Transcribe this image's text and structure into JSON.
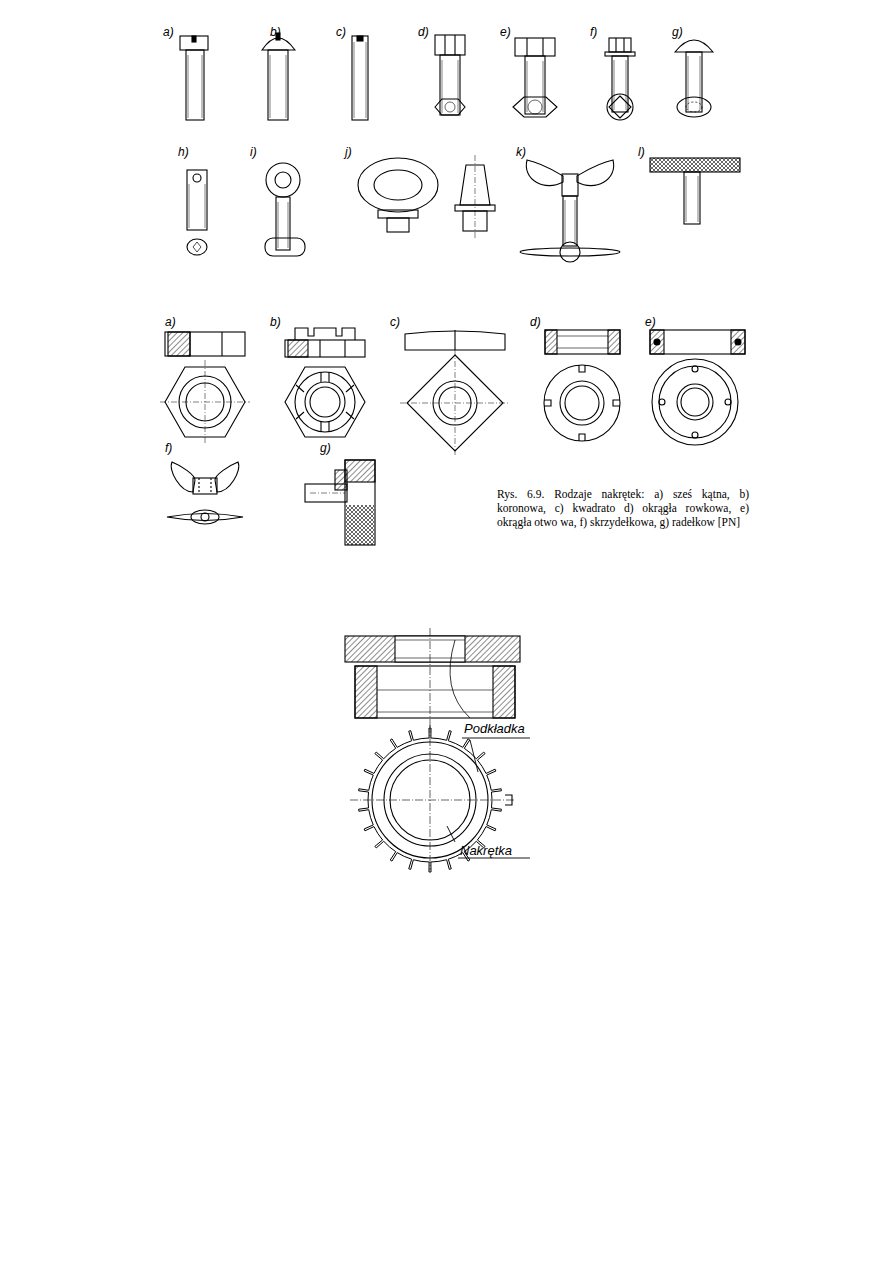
{
  "diagram": {
    "caption": "Rys. 6.9. Rodzaje nakrętek: a) sześ kątna, b) koronowa, c) kwadrato d) okrągła rowkowa, e) okrągła otwo wa, f) skrzydełkowa, g) radełkow [PN]",
    "labels": [
      "a)",
      "b)",
      "c)",
      "d)",
      "e)",
      "f)",
      "g)",
      "h)",
      "i)",
      "j)",
      "k)",
      "l)",
      "a)",
      "b)",
      "c)",
      "d)",
      "e)",
      "f)",
      "g)",
      "Podkładka",
      "Nakrętka"
    ]
  }
}
